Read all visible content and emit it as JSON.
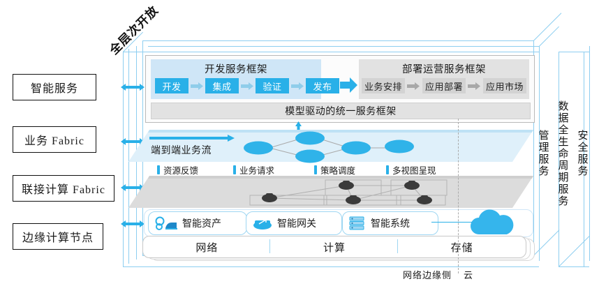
{
  "diagram": {
    "rotated_title": "全层次开放",
    "left_labels": [
      {
        "id": "intelligent-service",
        "text": "智能服务"
      },
      {
        "id": "business-fabric",
        "text": "业务 Fabric"
      },
      {
        "id": "connected-compute-fabric",
        "text": "联接计算 Fabric"
      },
      {
        "id": "edge-compute-node",
        "text": "边缘计算节点"
      }
    ],
    "service_layer": {
      "dev_framework": {
        "title": "开发服务框架",
        "steps": [
          "开发",
          "集成",
          "验证",
          "发布"
        ]
      },
      "deploy_framework": {
        "title": "部署运营服务框架",
        "steps": [
          "业务安排",
          "应用部署",
          "应用市场"
        ]
      },
      "unified_framework": "模型驱动的统一服务框架"
    },
    "business_fabric": {
      "label": "端到端业务流"
    },
    "flow_labels": [
      "资源反馈",
      "业务请求",
      "策略调度",
      "多视图呈现"
    ],
    "edge_nodes": [
      {
        "id": "intelligent-asset",
        "text": "智能资产",
        "icon": "gears-train-icon"
      },
      {
        "id": "intelligent-gateway",
        "text": "智能网关",
        "icon": "router-icon"
      },
      {
        "id": "intelligent-system",
        "text": "智能系统",
        "icon": "server-rack-icon"
      }
    ],
    "infrastructure": [
      "网络",
      "计算",
      "存储"
    ],
    "right_panels": [
      "管理服务",
      "数据全生命周期服务",
      "安全服务"
    ],
    "captions": {
      "edge_side": "网络边缘侧",
      "cloud": "云"
    },
    "colors": {
      "accent_blue": "#29b0e8",
      "light_blue": "#cfe6f7",
      "slab_blue": "#dff0fa",
      "slab_gray": "#dcdcdc",
      "frame_line": "#8dcef0",
      "chip_gray": "#d3d3d3"
    }
  }
}
